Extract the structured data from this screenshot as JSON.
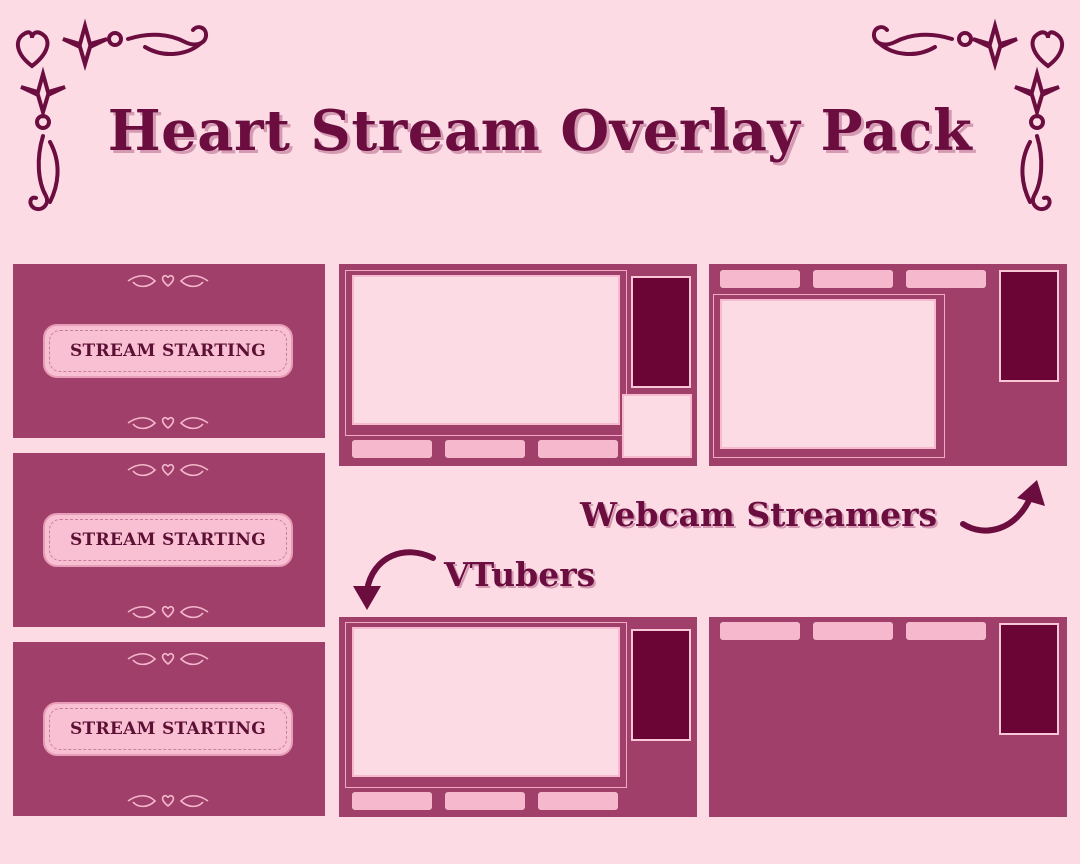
{
  "title": "Heart Stream Overlay Pack",
  "labels": {
    "webcam": "Webcam Streamers",
    "vtubers": "VTubers"
  },
  "starting_screens": [
    {
      "label": "STREAM STARTING"
    },
    {
      "label": "STREAM STARTING"
    },
    {
      "label": "STREAM STARTING"
    }
  ],
  "colors": {
    "background": "#fddbe5",
    "panel": "#a0406a",
    "accent_dark": "#6a0535",
    "title": "#6b0d3f",
    "button": "#f9bfd2"
  },
  "icons": [
    "heart-icon",
    "sparkle-icon",
    "swirl-ornament-icon",
    "curved-arrow-icon"
  ]
}
